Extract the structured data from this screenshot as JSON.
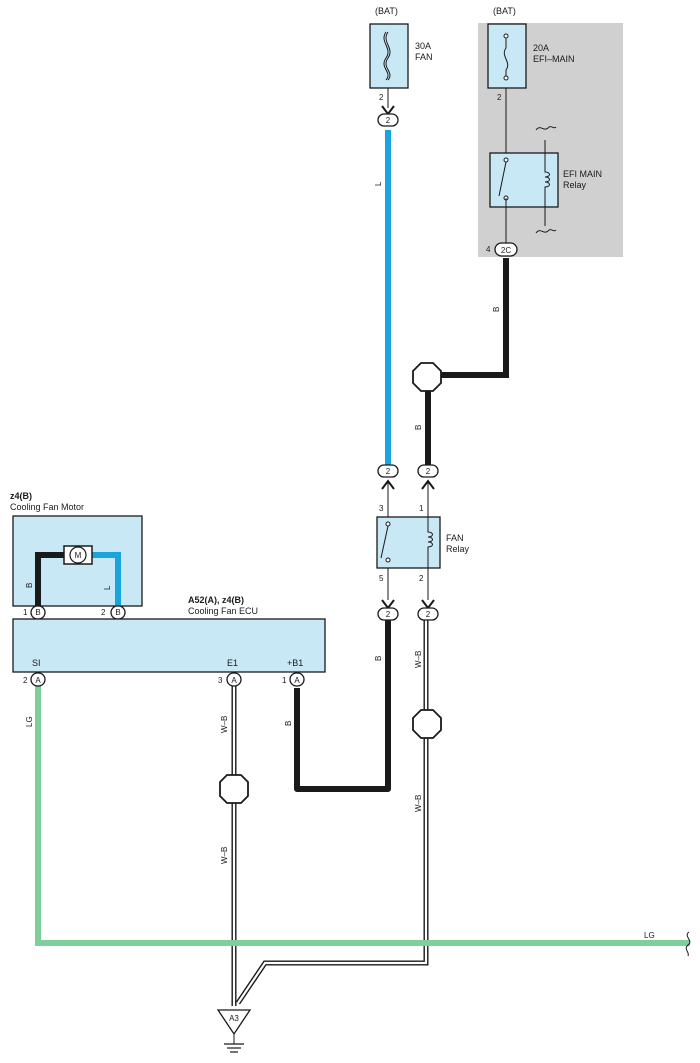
{
  "colors": {
    "wire_blue": "#1aa4df",
    "wire_black": "#1a1a1a",
    "wire_green": "#7fcf9c",
    "component_fill": "#c9e8f5",
    "relay_shade": "#d0d0d0"
  },
  "fuse_fan": {
    "source": "(BAT)",
    "rating": "30A",
    "name": "FAN",
    "pin": "2",
    "connector": "2"
  },
  "efi_main": {
    "source": "(BAT)",
    "rating": "20A",
    "name": "EFI–MAIN",
    "relay_line1": "EFI MAIN",
    "relay_line2": "Relay",
    "fuse_pin": "2",
    "out_pin": "4",
    "out_connector": "2C"
  },
  "fan_relay": {
    "line1": "FAN",
    "line2": "Relay",
    "pin_top_left": "3",
    "pin_top_right": "1",
    "pin_bot_left": "5",
    "pin_bot_right": "2",
    "conn_top_left": "2",
    "conn_top_right": "2",
    "conn_bot_left": "2",
    "conn_bot_right": "2"
  },
  "motor": {
    "ref": "z4(B)",
    "name": "Cooling Fan Motor",
    "symbol": "M",
    "pin1": "1",
    "pin1_conn": "B",
    "pin2": "2",
    "pin2_conn": "B",
    "wire_left": "B",
    "wire_right": "L"
  },
  "ecu": {
    "ref": "A52(A), z4(B)",
    "name": "Cooling Fan ECU",
    "term_si": "SI",
    "term_e1": "E1",
    "term_b1": "+B1",
    "pin_si": "2",
    "pin_e1": "3",
    "pin_b1": "1",
    "conn": "A"
  },
  "wires": {
    "fan_feed": "L",
    "efi_out": "B",
    "relay_in": "B",
    "relay_out": "B",
    "ecu_b1": "B",
    "relay_ground_1": "W–B",
    "relay_ground_2": "W–B",
    "ecu_e1_1": "W–B",
    "ecu_e1_2": "W–B",
    "si_left": "LG",
    "si_right": "LG"
  },
  "ground": {
    "ref": "A3"
  }
}
